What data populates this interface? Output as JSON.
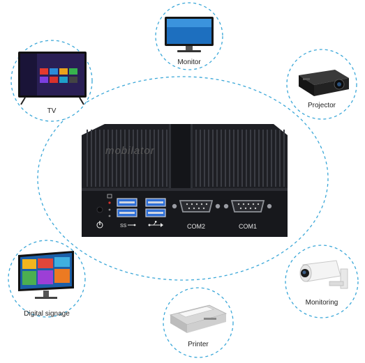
{
  "device": {
    "brand": "mobilator",
    "ports": {
      "com2": "COM2",
      "com1": "COM1",
      "usb3_badge": "SS",
      "usb2_badge": ""
    }
  },
  "peripherals": {
    "monitor": "Monitor",
    "tv": "TV",
    "projector": "Projector",
    "digital_signage": "Digital signage",
    "monitoring": "Monitoring",
    "printer": "Printer"
  },
  "colors": {
    "dash": "#3aa7d8",
    "device_body": "#1e1f24",
    "device_fins": "#2b2d33",
    "usb_blue": "#2f6fd6",
    "led_red": "#d8322c"
  }
}
